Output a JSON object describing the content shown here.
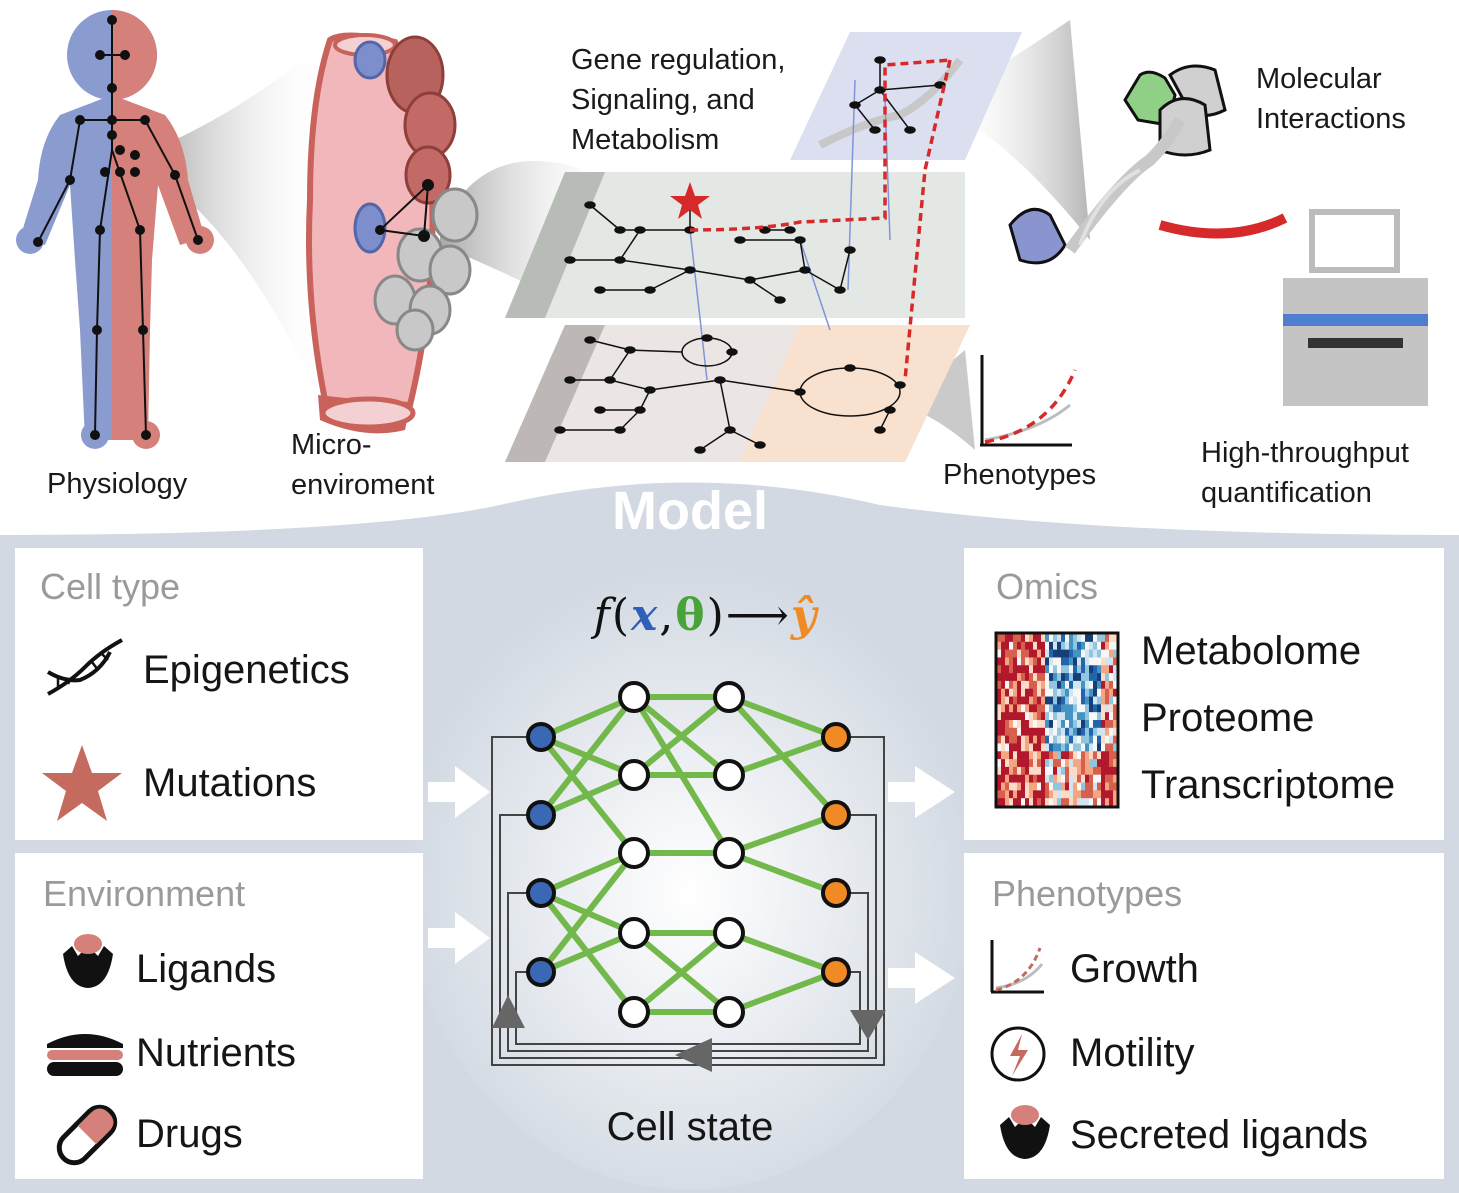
{
  "top": {
    "physiology": "Physiology",
    "microenvironment": "Micro-\nenviroment",
    "gene_regulation": "Gene regulation,\nSignaling, and\nMetabolism",
    "molecular": "Molecular\nInteractions",
    "phenotypes": "Phenotypes",
    "hts": "High-throughput\nquantification"
  },
  "model": {
    "title": "Model",
    "formula": {
      "f": "f",
      "open": "(",
      "x": "x",
      "comma": ",",
      "theta": "θ",
      "close": ")",
      "arrow": "⟶",
      "yhat": "ŷ"
    },
    "cell_state": "Cell state"
  },
  "cell_type": {
    "title": "Cell type",
    "items": [
      "Epigenetics",
      "Mutations"
    ]
  },
  "environment": {
    "title": "Environment",
    "items": [
      "Ligands",
      "Nutrients",
      "Drugs"
    ]
  },
  "omics": {
    "title": "Omics",
    "items": [
      "Metabolome",
      "Proteome",
      "Transcriptome"
    ]
  },
  "phenotypes_panel": {
    "title": "Phenotypes",
    "items": [
      "Growth",
      "Motility",
      "Secreted ligands"
    ]
  },
  "colors": {
    "input_node": "#3a68b5",
    "output_node": "#f08a24",
    "edge": "#72b84a",
    "body_blue": "#8a9bcf",
    "body_red": "#d5807a",
    "model_bg": "#d2d9e2",
    "red_accent": "#d62a2a"
  }
}
